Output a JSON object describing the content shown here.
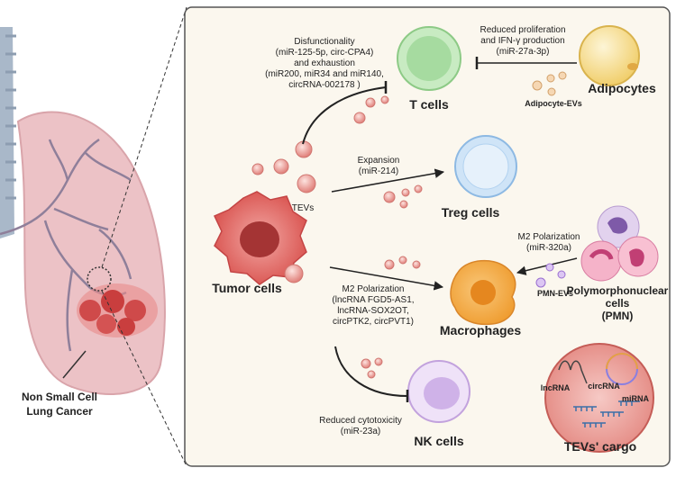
{
  "left": {
    "disease_line1": "Non Small Cell",
    "disease_line2": "Lung Cancer"
  },
  "tumor": {
    "label": "Tumor cells",
    "tevs": "TEVs"
  },
  "tcells": {
    "label": "T cells",
    "dys_line1": "Disfunctionality",
    "dys_line2": "(miR-125-5p, circ-CPA4)",
    "dys_line3": "and exhaustion",
    "dys_line4": "(miR200, miR34 and miR140,",
    "dys_line5": "circRNA-002178 )"
  },
  "adipocytes": {
    "label": "Adipocytes",
    "evs": "Adipocyte-EVs",
    "effect_line1": "Reduced proliferation",
    "effect_line2": "and IFN-γ production",
    "effect_line3": "(miR-27a-3p)"
  },
  "treg": {
    "label": "Treg cells",
    "effect_line1": "Expansion",
    "effect_line2": "(miR-214)"
  },
  "macrophages": {
    "label": "Macrophages",
    "tevs_line1": "M2 Polarization",
    "tevs_line2": "(lncRNA FGD5-AS1,",
    "tevs_line3": "lncRNA-SOX2OT,",
    "tevs_line4": "circPTK2, circPVT1)",
    "pmn_line1": "M2 Polarization",
    "pmn_line2": "(miR-320a)"
  },
  "pmn": {
    "label_line1": "Polymorphonuclear",
    "label_line2": "cells",
    "label_line3": "(PMN)",
    "evs": "PMN-EVs"
  },
  "nk": {
    "label": "NK cells",
    "effect_line1": "Reduced cytotoxicity",
    "effect_line2": "(miR-23a)"
  },
  "cargo": {
    "title": "TEVs' cargo",
    "lncrna": "lncRNA",
    "circrna": "circRNA",
    "mirna": "miRNA"
  },
  "colors": {
    "panel": "#fbf7ee",
    "tumor": "#d9534f",
    "tcell": "#9ed69a",
    "treg": "#9fc9ef",
    "macrophage": "#f3a53b",
    "nk": "#c9a8e0",
    "adipocyte": "#f2d27a",
    "pmn": "#d98ac2"
  }
}
